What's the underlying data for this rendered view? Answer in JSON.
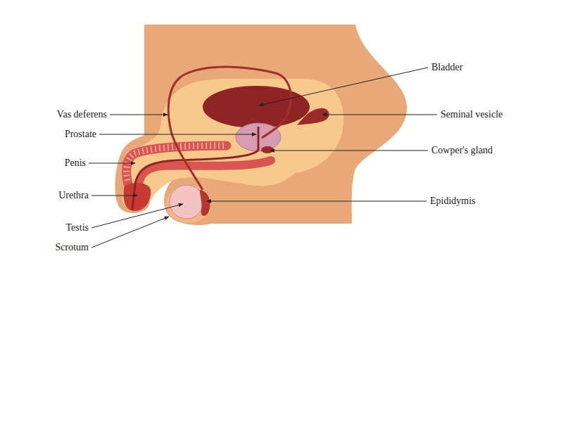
{
  "diagram": {
    "labels": [
      "Bladder",
      "Vas deferens",
      "Seminal vesicle",
      "Prostate",
      "Cowper's gland",
      "Penis",
      "Urethra",
      "Epididymis",
      "Testis",
      "Scrotum"
    ]
  }
}
